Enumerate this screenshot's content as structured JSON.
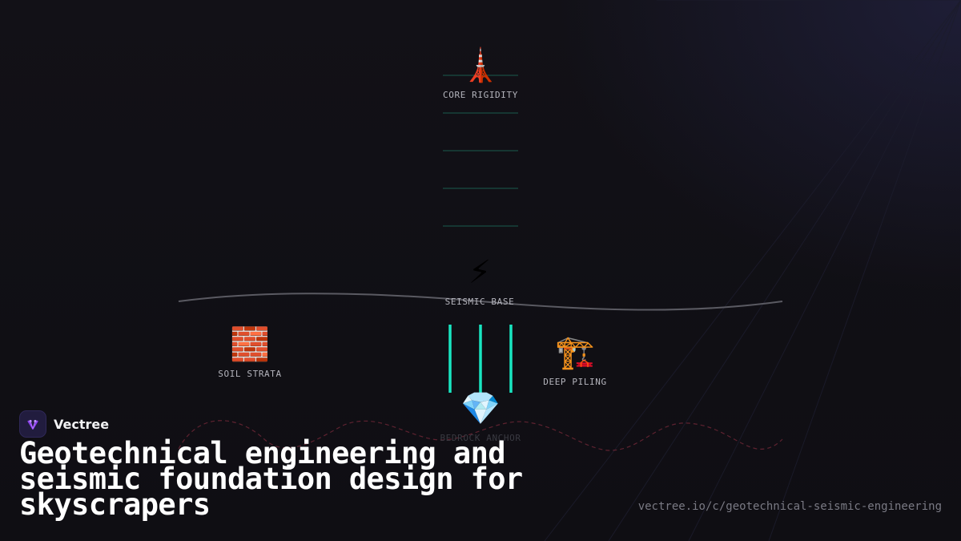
{
  "brand": {
    "name": "Vectree",
    "logo_icon": "vectree-logo-icon",
    "logo_color": "#8c3ff0"
  },
  "headline": "Geotechnical engineering and seismic foundation design for skyscrapers",
  "url": "vectree.io/c/geotechnical-seismic-engineering",
  "nodes": {
    "core_rigidity": {
      "icon": "🗼",
      "icon_name": "tower-icon",
      "label": "CORE RIGIDITY"
    },
    "seismic_base": {
      "icon": "⚡",
      "icon_name": "lightning-icon",
      "label": "SEISMIC BASE"
    },
    "soil_strata": {
      "icon": "🧱",
      "icon_name": "brick-icon",
      "label": "SOIL STRATA"
    },
    "deep_piling": {
      "icon": "🏗️",
      "icon_name": "crane-icon",
      "label": "DEEP PILING"
    },
    "bedrock_anchor": {
      "icon": "💎",
      "icon_name": "gem-icon",
      "label": "BEDROCK ANCHOR"
    }
  },
  "colors": {
    "pile": "#19e6c1",
    "floor_line": "#1a5b4e",
    "ground_line": "#5a5a62",
    "bedrock_wave": "#5e2230",
    "background": "#111016"
  }
}
